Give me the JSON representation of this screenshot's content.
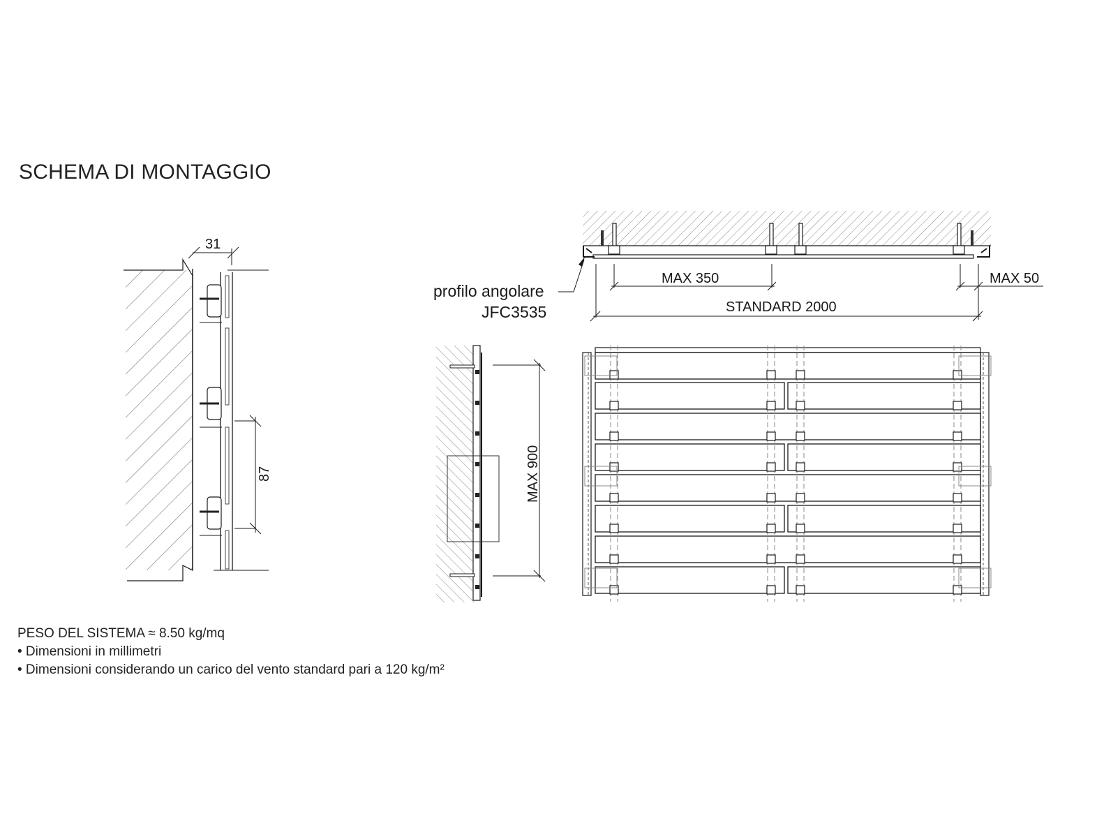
{
  "title": "SCHEMA DI MONTAGGIO",
  "section_detail": {
    "dim_depth": "31",
    "dim_pitch": "87"
  },
  "plan_view": {
    "label_profile_line1": "profilo angolare",
    "label_profile_line2": "JFC3535",
    "dim_max_spacing": "MAX 350",
    "dim_max_edge": "MAX 50",
    "dim_standard_length": "STANDARD 2000"
  },
  "side_view": {
    "dim_max_height": "MAX 900"
  },
  "elevation": {
    "rows": 8,
    "columns_of_brackets": 4
  },
  "notes": {
    "weight": "PESO DEL SISTEMA ≈ 8.50 kg/mq",
    "items": [
      "• Dimensioni in millimetri",
      "• Dimensioni considerando un carico del vento standard pari a 120 kg/m²"
    ]
  },
  "colors": {
    "line": "#1a1a1a",
    "hatch": "#7a7a7a",
    "dashed": "#8a8a8a"
  }
}
